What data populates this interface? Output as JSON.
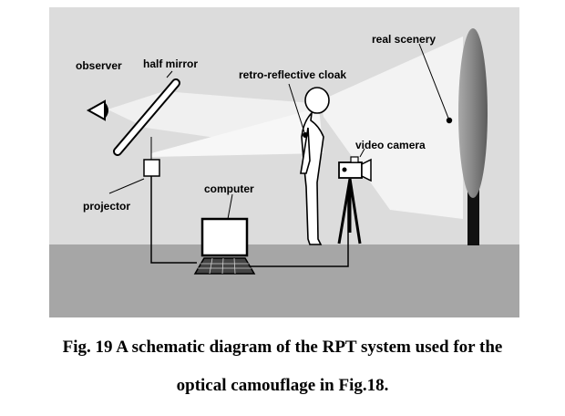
{
  "diagram": {
    "labels": {
      "observer": "observer",
      "half_mirror": "half mirror",
      "retro_reflective_cloak": "retro-reflective cloak",
      "real_scenery": "real scenery",
      "video_camera": "video camera",
      "computer": "computer",
      "projector": "projector"
    },
    "colors": {
      "background": "#dcdcdc",
      "ground": "#a6a6a6",
      "light_beam": "#ffffff",
      "scenery_tree": "#8a8a8a",
      "outline": "#000000"
    }
  },
  "caption": {
    "line1": "Fig. 19 A schematic diagram of the RPT system used for the",
    "line2": "optical camouflage in Fig.18."
  }
}
